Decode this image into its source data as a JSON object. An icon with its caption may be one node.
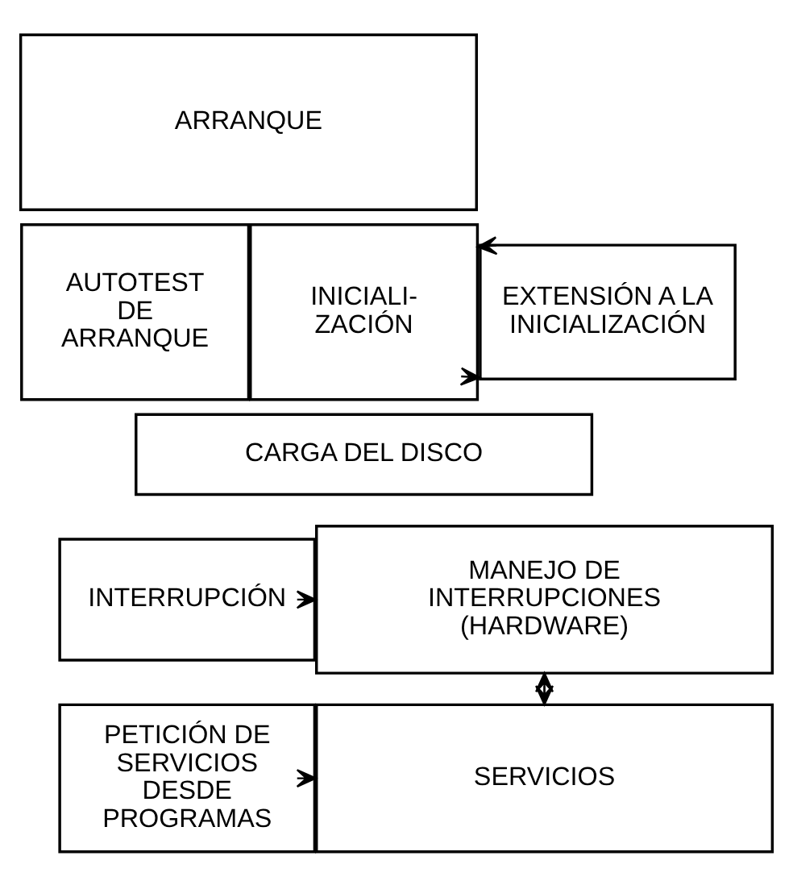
{
  "diagram": {
    "nodes": [
      {
        "text": [
          "ARRANQUE"
        ]
      },
      {
        "text": [
          "AUTOTEST DE ARRANQUE"
        ]
      },
      {
        "text": [
          "INICIALI- ZACIÓN"
        ]
      },
      {
        "text": [
          "CARGA DEL DISCO"
        ]
      },
      {
        "text": [
          "EXTENSIÓN A LA INICIALIZACIÓN"
        ]
      },
      {
        "text": [
          "MANEJO DE INTERRUPCIONES (HARDWARE)"
        ]
      },
      {
        "text": [
          "INTERRUPCIÓN"
        ]
      },
      {
        "text": [
          "SERVICIOS"
        ]
      },
      {
        "text": [
          "PETICIÓN DE SERVICIOS DESDE PROGRAMAS"
        ]
      }
    ],
    "edges": [
      {
        "from": 2,
        "to": 4,
        "arrow": "to"
      },
      {
        "from": 4,
        "to": 2,
        "arrow": "to"
      },
      {
        "from": 6,
        "to": 5,
        "arrow": "to"
      },
      {
        "from": 5,
        "to": 7,
        "arrow": "both"
      },
      {
        "from": 8,
        "to": 7,
        "arrow": "to"
      }
    ]
  }
}
